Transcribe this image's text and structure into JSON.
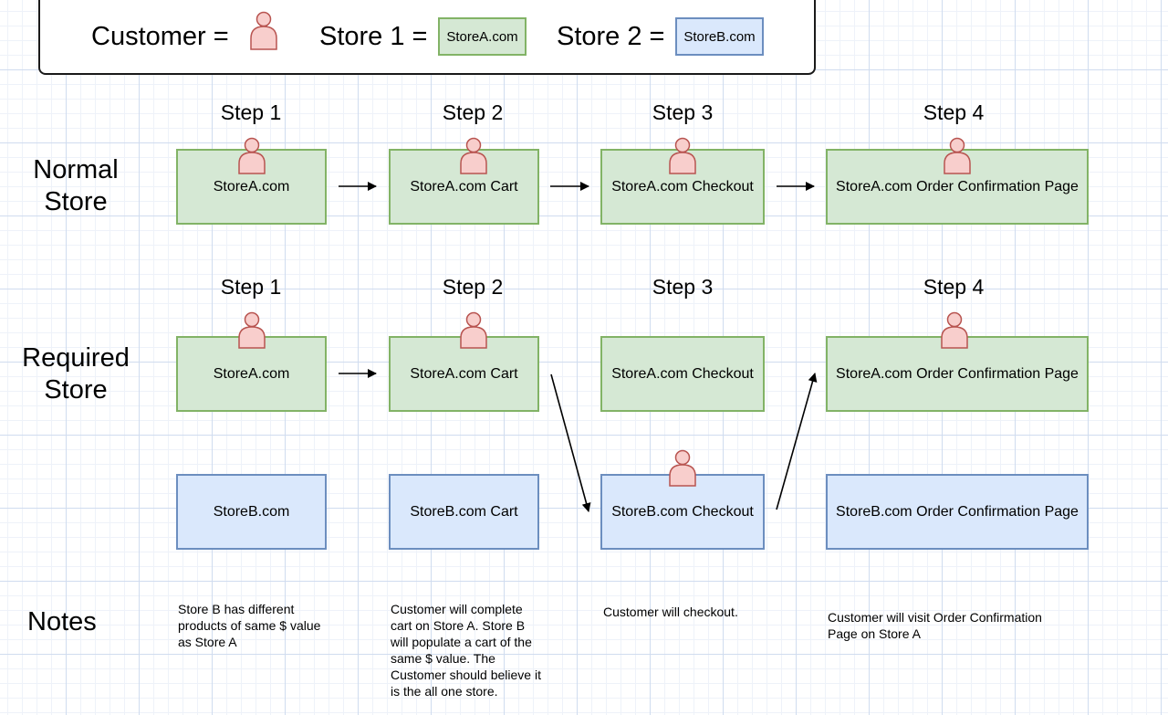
{
  "legend": {
    "customer_label": "Customer =",
    "store1_label": "Store 1 =",
    "store1_chip": "StoreA.com",
    "store2_label": "Store 2 =",
    "store2_chip": "StoreB.com"
  },
  "normal": {
    "label_line1": "Normal",
    "label_line2": "Store",
    "steps": [
      "Step 1",
      "Step 2",
      "Step 3",
      "Step 4"
    ],
    "boxes": [
      "StoreA.com",
      "StoreA.com Cart",
      "StoreA.com Checkout",
      "StoreA.com Order Confirmation Page"
    ]
  },
  "required": {
    "label_line1": "Required",
    "label_line2": "Store",
    "steps": [
      "Step 1",
      "Step 2",
      "Step 3",
      "Step 4"
    ],
    "store_a_boxes": [
      "StoreA.com",
      "StoreA.com Cart",
      "StoreA.com Checkout",
      "StoreA.com Order Confirmation Page"
    ],
    "store_b_boxes": [
      "StoreB.com",
      "StoreB.com Cart",
      "StoreB.com Checkout",
      "StoreB.com Order Confirmation Page"
    ]
  },
  "notes": {
    "label": "Notes",
    "items": [
      [
        "Store B has different",
        "products of same $ value",
        "as Store A"
      ],
      [
        "Customer will complete",
        "cart on Store A. Store B",
        "will populate a cart of the",
        "same $ value. The",
        "Customer should believe it",
        "is the all one store."
      ],
      [
        "Customer will checkout."
      ],
      [
        "Customer will visit Order Confirmation",
        "Page on Store A"
      ]
    ]
  },
  "colors": {
    "store_a_fill": "#d5e8d4",
    "store_a_border": "#82b366",
    "store_b_fill": "#dae8fc",
    "store_b_border": "#6c8ebf",
    "customer_fill": "#f8cecc",
    "customer_border": "#b85450"
  }
}
